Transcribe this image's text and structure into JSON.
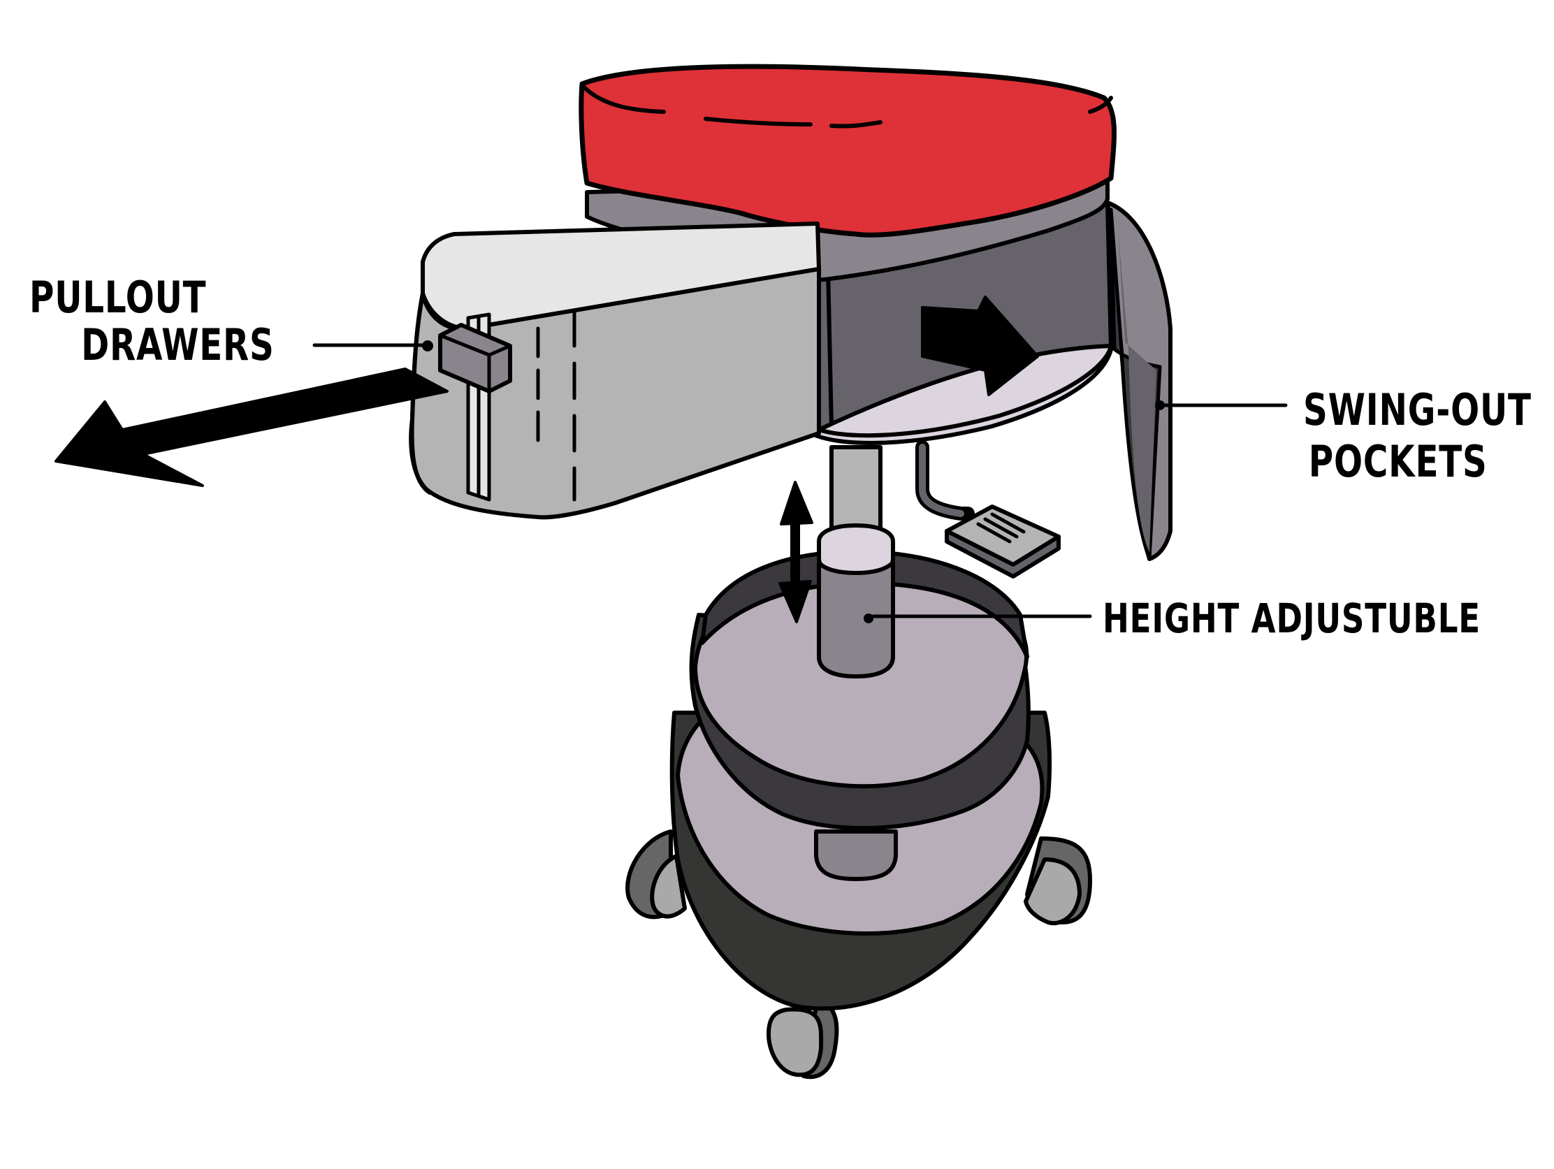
{
  "diagram": {
    "subject": "stool",
    "colors": {
      "seat_top": "#df3138",
      "seat_rim": "#8a858c",
      "drawer_top": "#e6e6e6",
      "drawer_front": "#b4b4b4",
      "pocket_inner": "#67636a",
      "pocket_flap": "#8a858c",
      "tray": "#dcd5e0",
      "pole": "#8a858c",
      "base_disc": "#b8aeb9",
      "base_band_upper": "#3b393d",
      "base_band_lower": "#353634",
      "wheel": "#a9a9a9",
      "wheel_side": "#666666",
      "outline": "#000000"
    },
    "callouts": [
      {
        "id": "pullout-drawers",
        "lines": [
          "PULLOUT",
          "DRAWERS"
        ]
      },
      {
        "id": "swing-out-pockets",
        "lines": [
          "SWING-OUT",
          "POCKETS"
        ]
      },
      {
        "id": "height-adjustable",
        "lines": [
          "HEIGHT ADJUSTUBLE"
        ]
      }
    ]
  }
}
